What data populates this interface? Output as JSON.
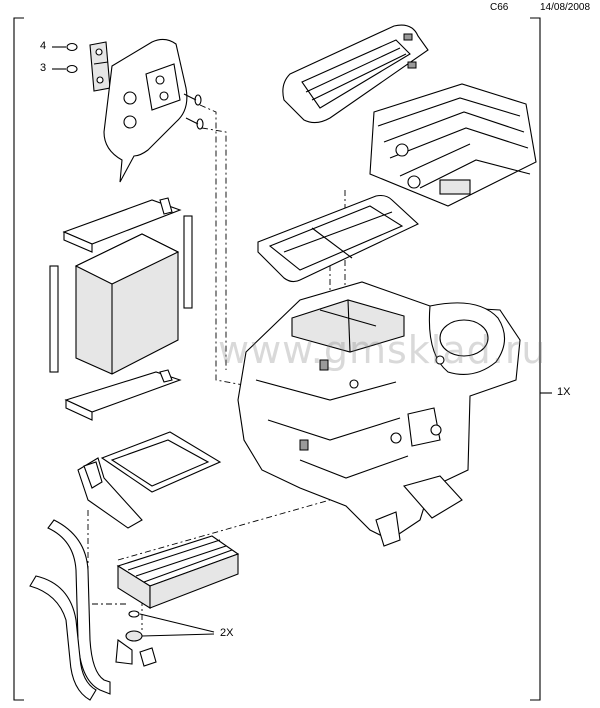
{
  "header": {
    "code": "C66",
    "date": "14/08/2008"
  },
  "callouts": {
    "c4": "4",
    "c3": "3",
    "c1x": "1X",
    "c2x": "2X"
  },
  "watermark": "www.gmsklad.ru",
  "colors": {
    "line": "#000000",
    "background": "#ffffff",
    "fill_light": "#e6e6e6",
    "fill_dark": "#9a9a9a"
  }
}
